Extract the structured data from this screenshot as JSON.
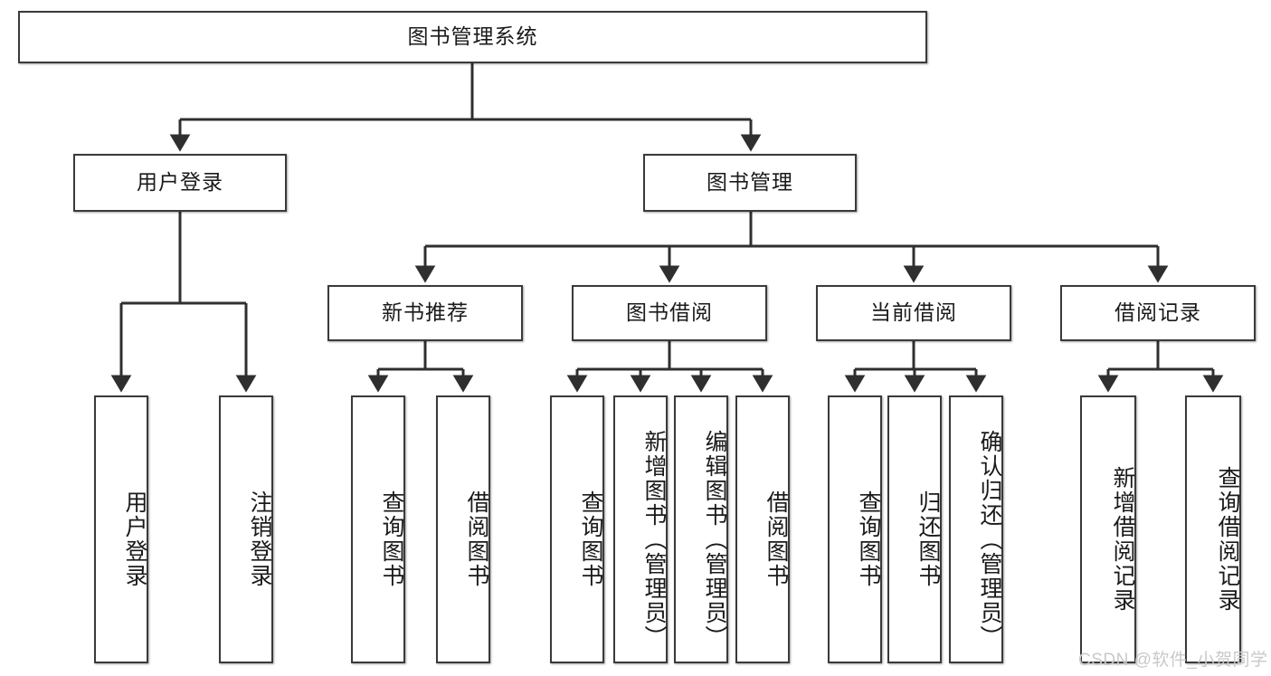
{
  "diagram": {
    "title": "图书管理系统",
    "type": "hierarchy-tree",
    "root": {
      "id": "root",
      "label": "图书管理系统"
    },
    "level2": [
      {
        "id": "user-login",
        "label": "用户登录"
      },
      {
        "id": "book-manage",
        "label": "图书管理"
      }
    ],
    "level3": [
      {
        "id": "new-book-rec",
        "label": "新书推荐"
      },
      {
        "id": "book-borrow",
        "label": "图书借阅"
      },
      {
        "id": "current-borrow",
        "label": "当前借阅"
      },
      {
        "id": "borrow-record",
        "label": "借阅记录"
      }
    ],
    "leaves": {
      "user_login": [
        {
          "id": "leaf-user-login",
          "label": "用户登录"
        },
        {
          "id": "leaf-logout",
          "label": "注销登录"
        }
      ],
      "new_book_rec": [
        {
          "id": "leaf-query-book-1",
          "label": "查询图书"
        },
        {
          "id": "leaf-borrow-book-1",
          "label": "借阅图书"
        }
      ],
      "book_borrow": [
        {
          "id": "leaf-query-book-2",
          "label": "查询图书"
        },
        {
          "id": "leaf-add-book",
          "label": "新增图书（管理员）"
        },
        {
          "id": "leaf-edit-book",
          "label": "编辑图书（管理员）"
        },
        {
          "id": "leaf-borrow-book-2",
          "label": "借阅图书"
        }
      ],
      "current_borrow": [
        {
          "id": "leaf-query-book-3",
          "label": "查询图书"
        },
        {
          "id": "leaf-return-book",
          "label": "归还图书"
        },
        {
          "id": "leaf-confirm-return",
          "label": "确认归还（管理员）"
        }
      ],
      "borrow_record": [
        {
          "id": "leaf-add-record",
          "label": "新增借阅记录"
        },
        {
          "id": "leaf-query-record",
          "label": "查询借阅记录"
        }
      ]
    }
  },
  "watermark": {
    "text": "CSDN @软件_小贺同学"
  },
  "colors": {
    "box_border": "#3a3a3a",
    "box_fill": "#ffffff",
    "text": "#1a1a1a",
    "connector": "#2f2f2f",
    "watermark": "#c9c9c9",
    "background": "#ffffff"
  }
}
